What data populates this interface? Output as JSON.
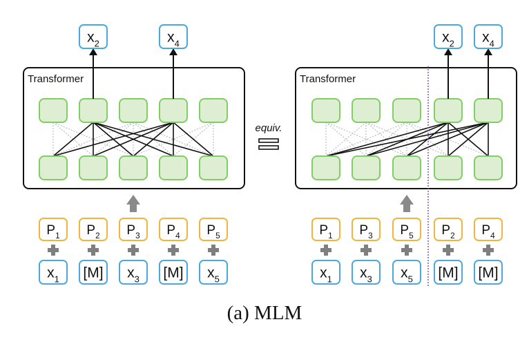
{
  "colors": {
    "token_border": "#4aa8de",
    "pos_border": "#f1b43c",
    "node_fill": "#ddeed3",
    "node_border": "#7fcf62",
    "plus": "#7f7f7f",
    "arrow": "#8a8a8a",
    "divider": "#6b3fa0",
    "solid_edge": "#111111",
    "dashed_edge": "#b9b9b9"
  },
  "left": {
    "transformer_label": "Transformer",
    "outputs": [
      {
        "base": "x",
        "sub": "2"
      },
      {
        "base": "x",
        "sub": "4"
      }
    ],
    "positions": [
      {
        "base": "P",
        "sub": "1"
      },
      {
        "base": "P",
        "sub": "2"
      },
      {
        "base": "P",
        "sub": "3"
      },
      {
        "base": "P",
        "sub": "4"
      },
      {
        "base": "P",
        "sub": "5"
      }
    ],
    "tokens": [
      {
        "base": "x",
        "sub": "1"
      },
      {
        "base": "[M]",
        "sub": ""
      },
      {
        "base": "x",
        "sub": "3"
      },
      {
        "base": "[M]",
        "sub": ""
      },
      {
        "base": "x",
        "sub": "5"
      }
    ]
  },
  "right": {
    "transformer_label": "Transformer",
    "outputs": [
      {
        "base": "x",
        "sub": "2"
      },
      {
        "base": "x",
        "sub": "4"
      }
    ],
    "positions": [
      {
        "base": "P",
        "sub": "1"
      },
      {
        "base": "P",
        "sub": "3"
      },
      {
        "base": "P",
        "sub": "5"
      },
      {
        "base": "P",
        "sub": "2"
      },
      {
        "base": "P",
        "sub": "4"
      }
    ],
    "tokens": [
      {
        "base": "x",
        "sub": "1"
      },
      {
        "base": "x",
        "sub": "3"
      },
      {
        "base": "x",
        "sub": "5"
      },
      {
        "base": "[M]",
        "sub": ""
      },
      {
        "base": "[M]",
        "sub": ""
      }
    ]
  },
  "equiv_label": "equiv.",
  "caption": "(a) MLM"
}
